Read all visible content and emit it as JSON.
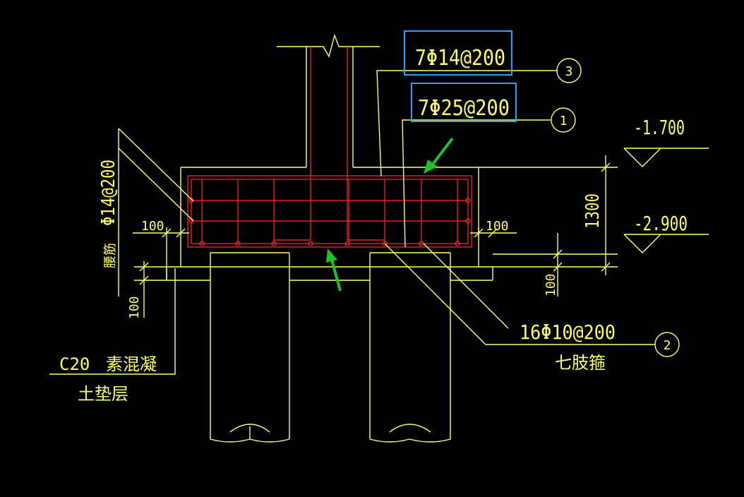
{
  "labels": {
    "rebar_top": "7Φ14@200",
    "rebar_bottom": "7Φ25@200",
    "stirrup": "16Φ10@200",
    "stirrup_note": "七肢箍",
    "side_bar": "Φ14@200",
    "side_note": "腰筋",
    "elev_top": "-1.700",
    "elev_bottom": "-2.900",
    "height_dim": "1300",
    "dim_100_left": "100",
    "dim_100_right": "100",
    "dim_100_bottom_right": "100",
    "dim_100_bottom_left": "100",
    "concrete_grade": "C20",
    "concrete_text": "素混凝",
    "cushion_text": "土垫层",
    "marker_1": "1",
    "marker_2": "2",
    "marker_3": "3"
  },
  "colors": {
    "drawing_lines": "#ffff66",
    "rebar": "#ff2a2a",
    "highlight_box": "#2d9bff",
    "arrow": "#1fbf2a",
    "background": "#000000"
  }
}
